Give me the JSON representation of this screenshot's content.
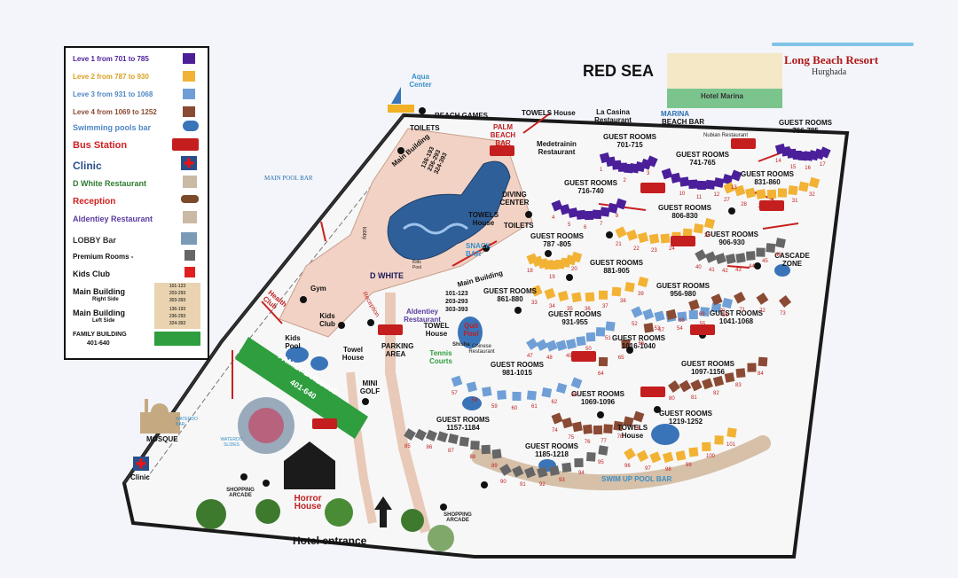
{
  "legend": {
    "level1": "Leve 1 from 701 to 785",
    "level2": "Leve 2 from 787 to 930",
    "level3": "Leve 3 from 931 to 1068",
    "level4": "Leve 4 from 1069 to 1252",
    "pools_bar": "Swimming pools bar",
    "bus_station": "Bus Station",
    "clinic": "Clinic",
    "d_white": "D White Restaurant",
    "reception": "Reception",
    "aldentiey": "Aldentiey Restaurant",
    "lobby": "LOBBY",
    "lobby_bar": "Bar",
    "premium": "Premium Rooms -",
    "kids_club": "Kids Club",
    "main_right": "Main Building",
    "main_right_sub": "Right Side",
    "main_right_rooms": [
      "101-123",
      "203-293",
      "303-393"
    ],
    "main_left": "Main Building",
    "main_left_sub": "Left Side",
    "main_left_rooms": [
      "136-193",
      "236-293",
      "324-393"
    ],
    "family": "FAMILY BUILDING",
    "family_rooms": "401-640",
    "colors": {
      "level1": "#4b1f9a",
      "level2": "#f2b234",
      "level3": "#6f9fd6",
      "level4": "#8a4a34",
      "premium": "#666666",
      "kids": "#e02020",
      "family": "#2e9e3e"
    }
  },
  "brand": {
    "name": "Long Beach Resort",
    "city": "Hurghada"
  },
  "places": {
    "red_sea": "RED SEA",
    "hotel_marina": "Hotel Marina",
    "aqua_center": "Aqua Center",
    "beach_games": "BEACH GAMES",
    "towels_house_top": "TOWELS House",
    "la_casina": "La Casina Restaurant",
    "marina": "MARINA",
    "beach_bar": "BEACH BAR",
    "nubian": "Nubian Restaurant",
    "toilets_top": "TOILETS",
    "palm_beach_bar": "PALM BEACH BAR",
    "medetrainin": "Medetrainin Restaurant",
    "main_pool_bar": "MAIN POOL BAR",
    "main_building": "Main Building",
    "main_building_rooms": [
      "136-193",
      "236-293",
      "324-393"
    ],
    "diving_center": "DIVING CENTER",
    "towels_house_mid": "TOWELS House",
    "toilets_mid": "TOILETS",
    "snack_bar": "SNACK BAR",
    "main_building_2": "Main Building",
    "lobby": "lobby",
    "kids_pool_small": "Kids Pool",
    "d_white": "D WHITE",
    "gym": "Gym",
    "health_club": "Health Club",
    "kids_club": "Kids Club",
    "reception": "Reception",
    "rooms_101": [
      "101-123",
      "203-293",
      "303-393"
    ],
    "aldentiey": "Aldentiey Restaurant",
    "towel_house": "TOWEL House",
    "quit_pool": "Quit Pool",
    "shisha": "Shisha",
    "chinese": "Chinese Restaurant",
    "kids_pool": "Kids Pool",
    "towel_house_2": "Towel House",
    "parking": "PARKING AREA",
    "tennis": "Tennis Courts",
    "family_building": "FAMILY BUILDING",
    "family_rooms": "401-640",
    "mini_golf": "MINI GOLF",
    "mosque": "MOSQUE",
    "waterdo_bar": "WATERDO BAR",
    "waterdo_slides": "WATERDO SLIDES",
    "clinic": "Clinic",
    "shopping_arcade_1": "SHOPPING ARCADE",
    "horror_house": "Horror House",
    "shopping_arcade_2": "SHOPPING ARCADE",
    "hotel_entrance": "Hotel entrance",
    "cascade_zone": "CASCADE ZONE",
    "towels_house_bottom": "TOWELS House",
    "swim_up": "SWIM UP POOL BAR"
  },
  "guest_rooms": [
    {
      "title": "GUEST ROOMS",
      "range": "766-785"
    },
    {
      "title": "GUEST ROOMS",
      "range": "701-715"
    },
    {
      "title": "GUEST ROOMS",
      "range": "741-765"
    },
    {
      "title": "GUEST ROOMS",
      "range": "716-740"
    },
    {
      "title": "GUEST ROOMS",
      "range": "831-860"
    },
    {
      "title": "GUEST ROOMS",
      "range": "806-830"
    },
    {
      "title": "GUEST ROOMS",
      "range": "906-930"
    },
    {
      "title": "GUEST ROOMS",
      "range": "787 -805"
    },
    {
      "title": "GUEST ROOMS",
      "range": "881-905"
    },
    {
      "title": "GUEST ROOMS",
      "range": "956-980"
    },
    {
      "title": "GUEST ROOMS",
      "range": "861-880"
    },
    {
      "title": "GUEST ROOMS",
      "range": "1041-1068"
    },
    {
      "title": "GUEST ROOMS",
      "range": "931-955"
    },
    {
      "title": "GUEST ROOMS",
      "range": "1016-1040"
    },
    {
      "title": "GUEST ROOMS",
      "range": "1097-1156"
    },
    {
      "title": "GUEST ROOMS",
      "range": "981-1015"
    },
    {
      "title": "GUEST ROOMS",
      "range": "1069-1096"
    },
    {
      "title": "GUEST ROOMS",
      "range": "1219-1252"
    },
    {
      "title": "GUEST ROOMS",
      "range": "1157-1184"
    },
    {
      "title": "GUEST ROOMS",
      "range": "1185-1218"
    }
  ],
  "block_numbers": [
    [
      "14",
      "15",
      "16",
      "17"
    ],
    [
      "1",
      "2",
      "3"
    ],
    [
      "9",
      "10",
      "11",
      "12",
      "13"
    ],
    [
      "4",
      "5",
      "6",
      "7",
      "8"
    ],
    [
      "27",
      "28",
      "29",
      "30",
      "31",
      "32"
    ],
    [
      "21",
      "22",
      "23",
      "24",
      "25",
      "26"
    ],
    [
      "40",
      "41",
      "42",
      "43",
      "44",
      "45",
      "46"
    ],
    [
      "18",
      "19",
      "20"
    ],
    [
      "33",
      "34",
      "35",
      "36",
      "37",
      "38",
      "39"
    ],
    [
      "52",
      "53",
      "54",
      "55",
      "56"
    ],
    [
      "57",
      "58",
      "59",
      "60",
      "61",
      "62",
      "63"
    ],
    [
      "64",
      "65",
      "66",
      "67",
      "68",
      "69",
      "70",
      "71",
      "72",
      "73"
    ],
    [
      "74",
      "75",
      "76",
      "77",
      "78",
      "79"
    ],
    [
      "80",
      "81",
      "82",
      "83",
      "84"
    ],
    [
      "85",
      "86",
      "87",
      "88",
      "89"
    ],
    [
      "90",
      "91",
      "92",
      "93",
      "94",
      "95"
    ],
    [
      "96",
      "97",
      "98",
      "99",
      "100",
      "101"
    ],
    [
      "47",
      "48",
      "49",
      "50",
      "51"
    ]
  ]
}
